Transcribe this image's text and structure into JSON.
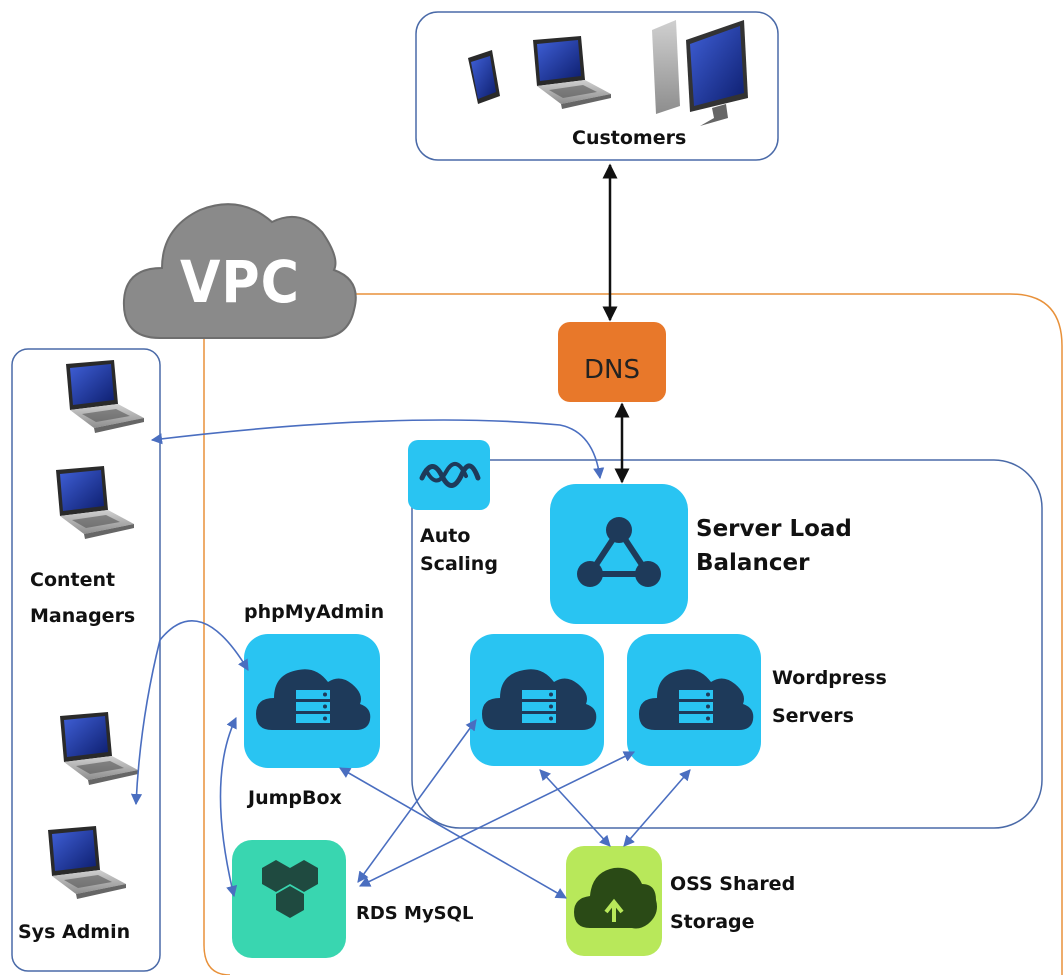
{
  "labels": {
    "customers": "Customers",
    "vpc": "VPC",
    "dns": "DNS",
    "content_managers_line1": "Content",
    "content_managers_line2": "Managers",
    "sys_admin": "Sys Admin",
    "auto_scaling_line1": "Auto",
    "auto_scaling_line2": "Scaling",
    "slb_line1": "Server Load",
    "slb_line2": "Balancer",
    "phpmyadmin": "phpMyAdmin",
    "jumpbox": "JumpBox",
    "wordpress_line1": "Wordpress",
    "wordpress_line2": "Servers",
    "rds": "RDS MySQL",
    "oss_line1": "OSS Shared",
    "oss_line2": "Storage"
  },
  "icons": {
    "customer_devices": [
      "tablet-icon",
      "laptop-icon",
      "desktop-computer-icon"
    ],
    "admin_devices": [
      "laptop-icon",
      "laptop-icon",
      "laptop-icon",
      "laptop-icon"
    ],
    "services": [
      "dns-icon",
      "auto-scaling-icon",
      "load-balancer-icon",
      "cloud-server-icon",
      "rds-mysql-icon",
      "oss-storage-icon"
    ]
  },
  "colors": {
    "vpc_border": "#e8913a",
    "group_border": "#4a6aa8",
    "service_cyan": "#29c4f2",
    "dns_orange": "#e8782a",
    "rds_teal": "#39d6b0",
    "oss_green": "#b8e85a",
    "cloud_gray": "#8a8a8a",
    "arrow_blue": "#4a6ec0"
  }
}
